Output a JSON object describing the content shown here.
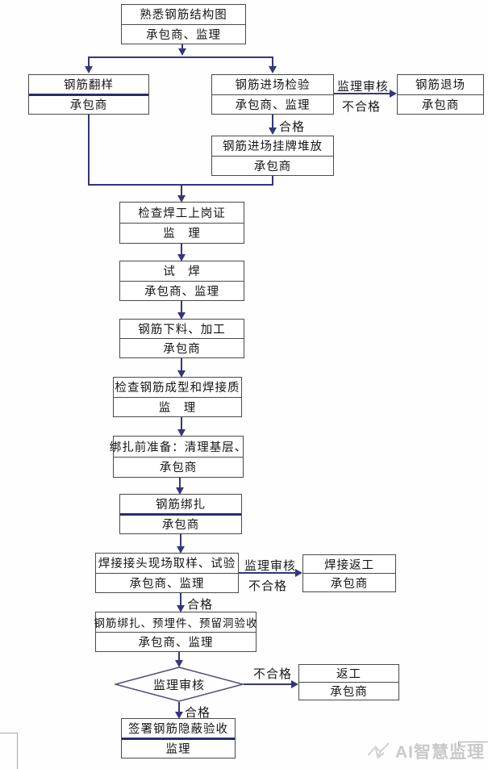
{
  "nodes": {
    "familiarize": {
      "title": "熟悉钢筋结构图",
      "role": "承包商、监理"
    },
    "lofting": {
      "title": "钢筋翻样",
      "role": "承包商"
    },
    "incoming_inspection": {
      "title": "钢筋进场检验",
      "role": "承包商、监理"
    },
    "exit_site": {
      "title": "钢筋退场",
      "role": "承包商"
    },
    "tag_stacking": {
      "title": "钢筋进场挂牌堆放",
      "role": "承包商"
    },
    "welder_cert": {
      "title": "检查焊工上岗证",
      "role": "监　理"
    },
    "trial_weld": {
      "title": "试　焊",
      "role": "承包商、监理"
    },
    "cutting_processing": {
      "title": "钢筋下料、加工",
      "role": "承包商"
    },
    "check_forming": {
      "title": "检查钢筋成型和焊接质",
      "role": "监　理"
    },
    "binding_prep": {
      "title": "绑扎前准备：清理基层、",
      "role": "承包商"
    },
    "binding": {
      "title": "钢筋绑扎",
      "role": "承包商"
    },
    "joint_sampling": {
      "title": "焊接接头现场取样、试验",
      "role": "承包商、监理"
    },
    "weld_rework": {
      "title": "焊接返工",
      "role": "承包商"
    },
    "binding_acceptance": {
      "title": "钢筋绑扎、预埋件、预留洞验收",
      "role": "承包商、监理"
    },
    "review": {
      "title": "监理审核"
    },
    "rework": {
      "title": "返工",
      "role": "承包商"
    },
    "sign_acceptance": {
      "title": "签署钢筋隐蔽验收",
      "role": "监理"
    }
  },
  "branches": {
    "b1": {
      "review": "监理审核",
      "fail": "不合格",
      "pass": "合格"
    },
    "b2": {
      "review": "监理审核",
      "fail": "不合格",
      "pass": "合格"
    },
    "b3": {
      "fail": "不合格",
      "pass": "合格"
    }
  },
  "watermark": {
    "text": "AI智慧监理"
  },
  "colors": {
    "arrow": "#35357a",
    "box_border": "#4a4a4a",
    "thick_divider": "#2c2c6e",
    "watermark": "#c9c9c9"
  }
}
